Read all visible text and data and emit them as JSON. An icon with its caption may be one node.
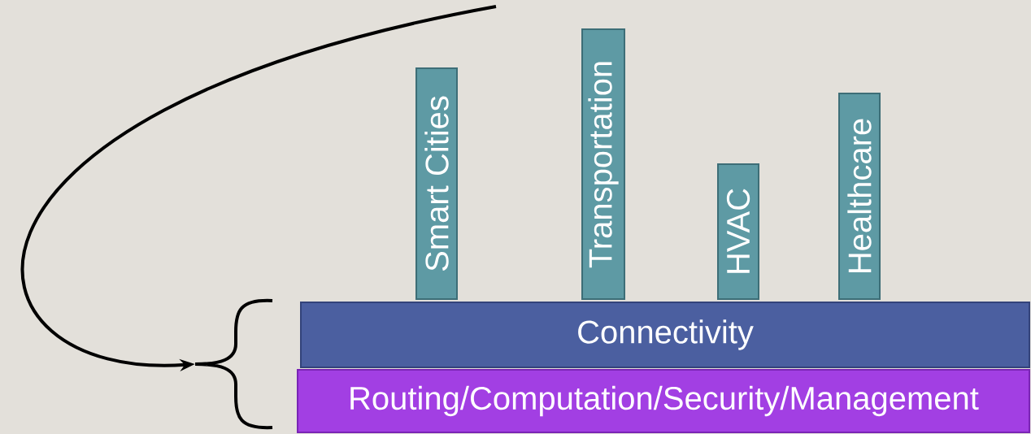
{
  "diagram": {
    "nodes": [
      {
        "text": [
          "Smart Cities"
        ]
      },
      {
        "text": [
          "Transportation"
        ]
      },
      {
        "text": [
          "HVAC"
        ]
      },
      {
        "text": [
          "Healthcare"
        ]
      },
      {
        "text": [
          "Connectivity"
        ]
      },
      {
        "text": [
          "Routing/Computation/Security/Management"
        ]
      },
      {
        "text": [],
        "shape": "brace"
      }
    ],
    "edges": [
      {
        "from": null,
        "to": 6,
        "arrow": "to"
      }
    ]
  }
}
